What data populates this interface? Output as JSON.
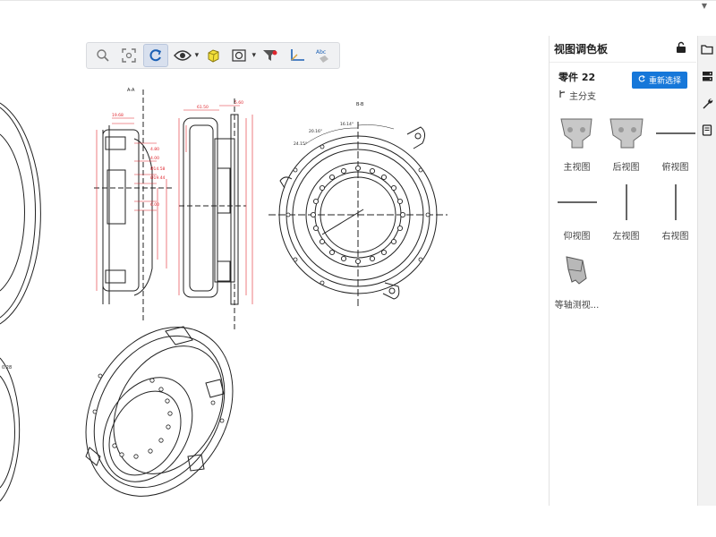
{
  "panel": {
    "title": "视图调色板",
    "part_name": "零件 22",
    "branch": "主分支",
    "reselect_label": "重新选择",
    "views": [
      {
        "label": "主视图",
        "icon": "front-view-thumb"
      },
      {
        "label": "后视图",
        "icon": "back-view-thumb"
      },
      {
        "label": "俯视图",
        "icon": "top-view-thumb"
      },
      {
        "label": "仰视图",
        "icon": "bottom-view-thumb"
      },
      {
        "label": "左视图",
        "icon": "left-view-thumb"
      },
      {
        "label": "右视图",
        "icon": "right-view-thumb"
      },
      {
        "label": "等轴测视...",
        "icon": "isometric-view-thumb"
      }
    ]
  },
  "drawing": {
    "section_a_label": "A-A",
    "section_b_label": "B-B",
    "angle_1": "16.14°",
    "angle_2": "20.16°",
    "angle_3": "24.15°"
  },
  "colors": {
    "accent": "#1677d9",
    "dimension": "#e0262e",
    "line": "#222222"
  }
}
